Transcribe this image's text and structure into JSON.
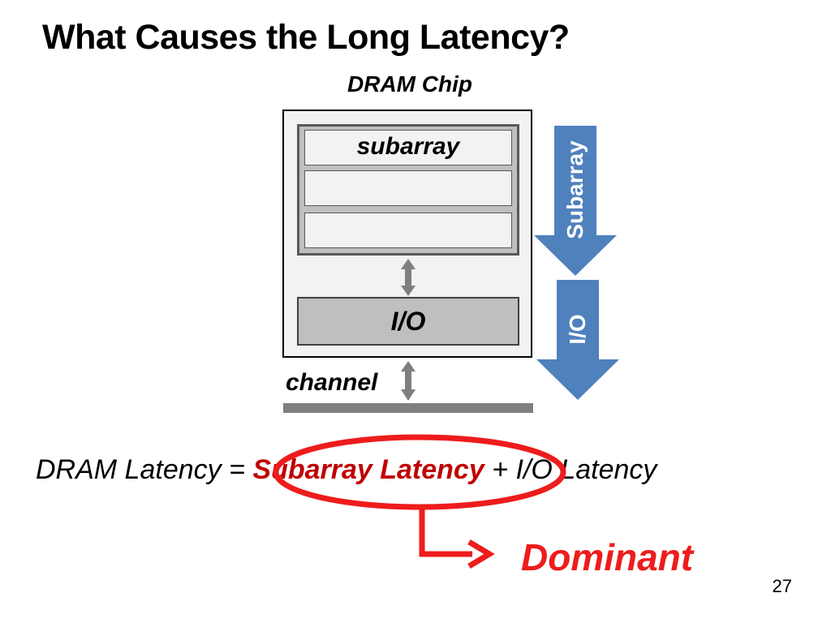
{
  "slide": {
    "title": "What Causes the Long Latency?",
    "page_number": "27"
  },
  "diagram": {
    "chip_label": "DRAM Chip",
    "subarray_label": "subarray",
    "io_label": "I/O",
    "channel_label": "channel",
    "arrows": [
      {
        "label": "Subarray",
        "color": "#4f81bd"
      },
      {
        "label": "I/O",
        "color": "#4f81bd"
      }
    ]
  },
  "equation": {
    "lhs": "DRAM Latency =",
    "term1": "Subarray Latency",
    "plus": "+",
    "term2": "I/O Latency",
    "highlight_color": "#ee1c1c",
    "annotation": "Dominant"
  }
}
